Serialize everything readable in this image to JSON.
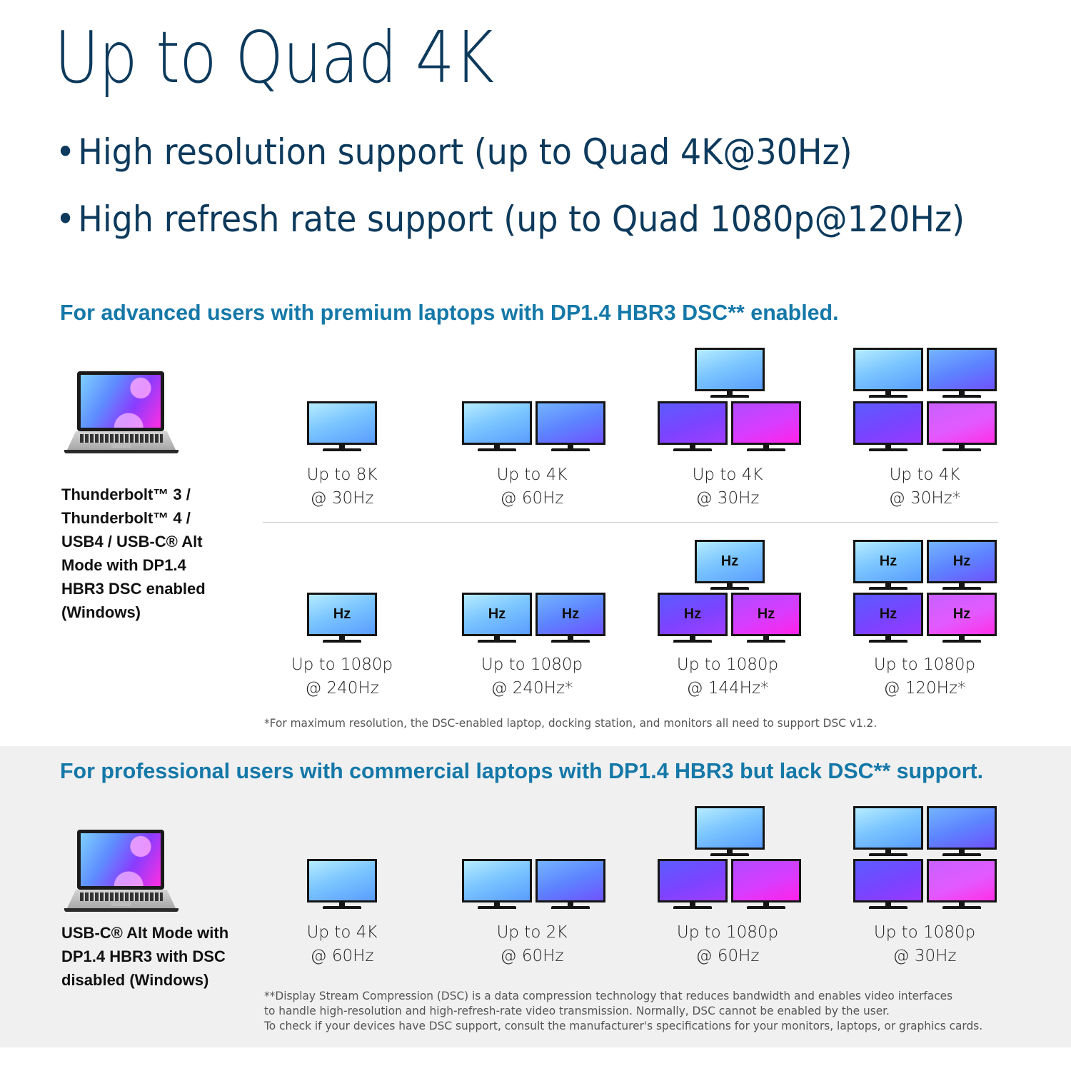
{
  "header": {
    "title": "Up to Quad 4K",
    "bullets": [
      "High resolution support (up to Quad 4K@30Hz)",
      "High refresh rate support (up to Quad 1080p@120Hz)"
    ],
    "bullet_symbol": "•"
  },
  "colors": {
    "title": "#0d3a5c",
    "section_heading": "#1478a8",
    "gray_band": "#f0f0f0"
  },
  "section_dsc_enabled": {
    "heading": "For advanced users with premium laptops with DP1.4 HBR3 DSC** enabled.",
    "device_icon": "laptop-icon",
    "device_label": "Thunderbolt™ 3 /\nThunderbolt™ 4 /\nUSB4 / USB-C® Alt\nMode with DP1.4\nHBR3 DSC enabled\n(Windows)",
    "resolution_row": [
      {
        "monitors": 1,
        "caption": "Up to 8K\n@ 30Hz"
      },
      {
        "monitors": 2,
        "caption": "Up to 4K\n@ 60Hz"
      },
      {
        "monitors": 3,
        "caption": "Up to 4K\n@ 30Hz"
      },
      {
        "monitors": 4,
        "caption": "Up to 4K\n@ 30Hz*"
      }
    ],
    "refresh_row": [
      {
        "monitors": 1,
        "screen_label": "Hz",
        "caption": "Up to 1080p\n@ 240Hz"
      },
      {
        "monitors": 2,
        "screen_label": "Hz",
        "caption": "Up to 1080p\n@ 240Hz*"
      },
      {
        "monitors": 3,
        "screen_label": "Hz",
        "caption": "Up to 1080p\n@ 144Hz*"
      },
      {
        "monitors": 4,
        "screen_label": "Hz",
        "caption": "Up to 1080p\n@ 120Hz*"
      }
    ],
    "footnote": "*For maximum resolution, the DSC-enabled laptop, docking station, and monitors all need to support DSC v1.2."
  },
  "section_dsc_disabled": {
    "heading": "For professional users with commercial laptops with DP1.4 HBR3 but lack DSC** support.",
    "device_icon": "laptop-icon",
    "device_label": "USB-C® Alt Mode with\nDP1.4 HBR3 with DSC\ndisabled (Windows)",
    "row": [
      {
        "monitors": 1,
        "caption": "Up to 4K\n@ 60Hz"
      },
      {
        "monitors": 2,
        "caption": "Up to 2K\n@ 60Hz"
      },
      {
        "monitors": 3,
        "caption": "Up to 1080p\n@ 60Hz"
      },
      {
        "monitors": 4,
        "caption": "Up to 1080p\n@ 30Hz"
      }
    ],
    "footnote": "**Display Stream Compression (DSC) is a data compression technology that reduces bandwidth and enables video interfaces\nto handle high-resolution and high-refresh-rate video transmission. Normally, DSC cannot be enabled by the user.\nTo check if your devices have DSC support, consult the manufacturer's specifications for your monitors, laptops, or graphics cards."
  }
}
